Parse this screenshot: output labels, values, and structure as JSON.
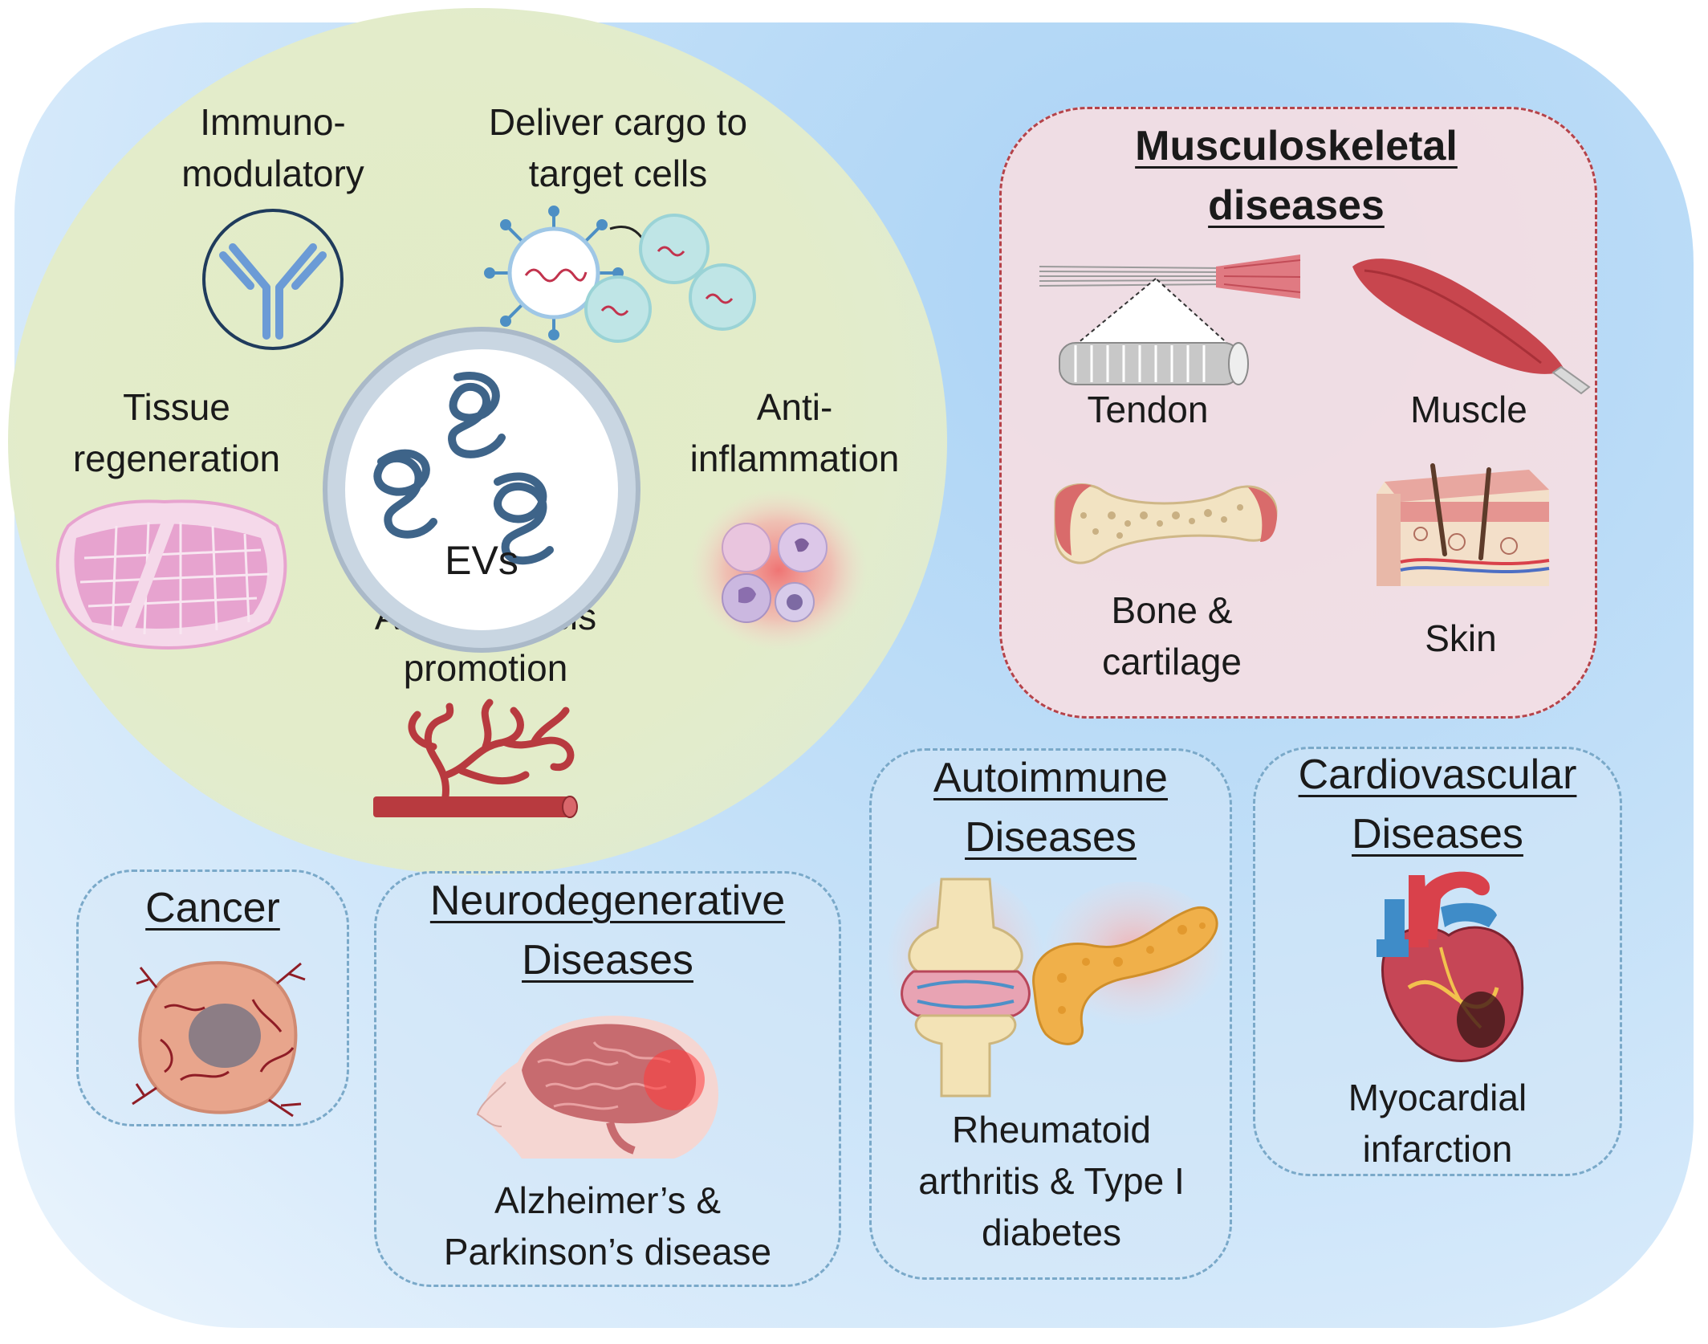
{
  "center": {
    "label": "EVs"
  },
  "functions": {
    "immunomodulatory": "Immuno-\nmodulatory",
    "deliver_cargo": "Deliver cargo to\ntarget cells",
    "tissue_regeneration": "Tissue\nregeneration",
    "anti_inflammation": "Anti-\ninflammation",
    "angiogenesis": "Angiogenesis\npromotion"
  },
  "musculoskeletal": {
    "title": "Musculoskeletal\ndiseases",
    "tendon": "Tendon",
    "muscle": "Muscle",
    "bone": "Bone &\ncartilage",
    "skin": "Skin"
  },
  "autoimmune": {
    "title": "Autoimmune\nDiseases",
    "caption": "Rheumatoid\narthritis & Type I\ndiabetes"
  },
  "cardiovascular": {
    "title": "Cardiovascular\nDiseases",
    "caption": "Myocardial\ninfarction"
  },
  "cancer": {
    "title": "Cancer"
  },
  "neurodegenerative": {
    "title": "Neurodegenerative\nDiseases",
    "caption": "Alzheimer’s &\nParkinson’s disease"
  },
  "colors": {
    "background_blue": "#c3e0f8",
    "green_region": "#e2ebc6",
    "musculoskeletal_border": "#b5434a",
    "musculoskeletal_fill": "#f6dee2",
    "panel_border_blue": "#7aa9c9",
    "tissue_pink": "#e7a3cf",
    "vessel_red": "#b83a3f"
  },
  "icons": [
    "antibody-icon",
    "vesicle-delivery-icon",
    "ev-vesicle-icon",
    "tissue-icon",
    "immune-cells-icon",
    "blood-vessel-icon",
    "tendon-icon",
    "muscle-icon",
    "bone-icon",
    "skin-icon",
    "tumor-icon",
    "brain-icon",
    "knee-joint-icon",
    "pancreas-icon",
    "heart-icon"
  ]
}
